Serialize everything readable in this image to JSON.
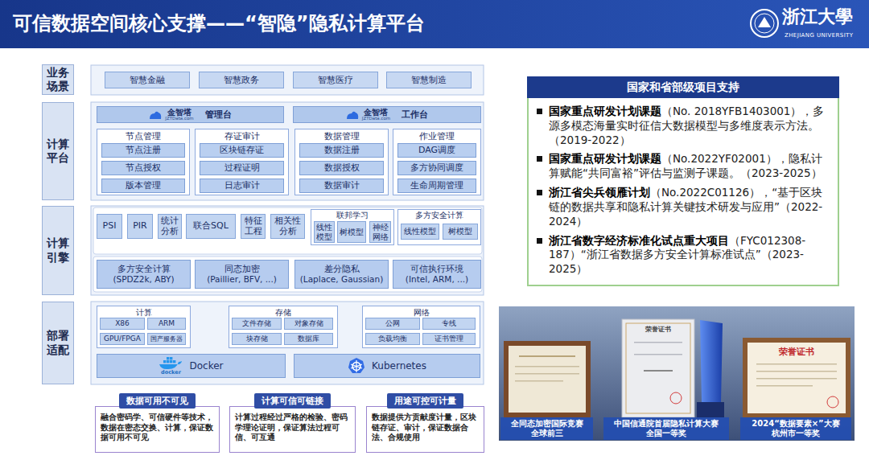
{
  "diagram": {
    "title": "可信数据空间核心支撑——“智隐”隐私计算平台",
    "nodes": [
      {
        "text": [
          "业务场景"
        ]
      },
      {
        "text": [
          "智慧金融"
        ]
      },
      {
        "text": [
          "智慧政务"
        ]
      },
      {
        "text": [
          "智慧医疗"
        ]
      },
      {
        "text": [
          "智慧制造"
        ]
      },
      {
        "text": [
          "计算平台"
        ]
      },
      {
        "text": [
          "金智塔",
          "JZTData.com",
          "管理台"
        ]
      },
      {
        "text": [
          "金智塔",
          "JZTData.com",
          "工作台"
        ]
      },
      {
        "text": [
          "节点管理"
        ]
      },
      {
        "text": [
          "节点注册"
        ],
        "in": 8
      },
      {
        "text": [
          "节点授权"
        ],
        "in": 8
      },
      {
        "text": [
          "版本管理"
        ],
        "in": 8
      },
      {
        "text": [
          "存证审计"
        ]
      },
      {
        "text": [
          "区块链存证"
        ],
        "in": 12
      },
      {
        "text": [
          "过程证明"
        ],
        "in": 12
      },
      {
        "text": [
          "日志审计"
        ],
        "in": 12
      },
      {
        "text": [
          "数据管理"
        ]
      },
      {
        "text": [
          "数据注册"
        ],
        "in": 16
      },
      {
        "text": [
          "数据授权"
        ],
        "in": 16
      },
      {
        "text": [
          "数据审计"
        ],
        "in": 16
      },
      {
        "text": [
          "作业管理"
        ]
      },
      {
        "text": [
          "DAG调度"
        ],
        "in": 20
      },
      {
        "text": [
          "多方协同调度"
        ],
        "in": 20
      },
      {
        "text": [
          "生命周期管理"
        ],
        "in": 20
      },
      {
        "text": [
          "计算引擎"
        ]
      },
      {
        "text": [
          "PSI"
        ]
      },
      {
        "text": [
          "PIR"
        ]
      },
      {
        "text": [
          "统计分析"
        ]
      },
      {
        "text": [
          "联合SQL"
        ]
      },
      {
        "text": [
          "特征工程"
        ]
      },
      {
        "text": [
          "相关性分析"
        ]
      },
      {
        "text": [
          "联邦学习"
        ]
      },
      {
        "text": [
          "线性模型"
        ],
        "in": 31
      },
      {
        "text": [
          "树模型"
        ],
        "in": 31
      },
      {
        "text": [
          "神经网络"
        ],
        "in": 31
      },
      {
        "text": [
          "多方安全计算"
        ]
      },
      {
        "text": [
          "线性模型"
        ],
        "in": 35
      },
      {
        "text": [
          "树模型"
        ],
        "in": 35
      },
      {
        "text": [
          "多方安全计算",
          "(SPDZ2k, ABY)"
        ]
      },
      {
        "text": [
          "同态加密",
          "(Paillier, BFV, ...)"
        ]
      },
      {
        "text": [
          "差分隐私",
          "(Laplace, Gaussian)"
        ]
      },
      {
        "text": [
          "可信执行环境",
          "(Intel, ARM, ...)"
        ]
      },
      {
        "text": [
          "部署适配"
        ]
      },
      {
        "text": [
          "计算"
        ]
      },
      {
        "text": [
          "X86"
        ],
        "in": 43
      },
      {
        "text": [
          "ARM"
        ],
        "in": 43
      },
      {
        "text": [
          "GPU/FPGA"
        ],
        "in": 43
      },
      {
        "text": [
          "国产服务器"
        ],
        "in": 43
      },
      {
        "text": [
          "存储"
        ]
      },
      {
        "text": [
          "文件存储"
        ],
        "in": 48
      },
      {
        "text": [
          "对象存储"
        ],
        "in": 48
      },
      {
        "text": [
          "块存储"
        ],
        "in": 48
      },
      {
        "text": [
          "数据库"
        ],
        "in": 48
      },
      {
        "text": [
          "网络"
        ]
      },
      {
        "text": [
          "公网"
        ],
        "in": 53
      },
      {
        "text": [
          "专线"
        ],
        "in": 53
      },
      {
        "text": [
          "负载均衡"
        ],
        "in": 53
      },
      {
        "text": [
          "证书管理"
        ],
        "in": 53
      },
      {
        "text": [
          "docker",
          "Docker"
        ]
      },
      {
        "text": [
          "Kubernetes"
        ]
      },
      {
        "text": [
          "数据可用不可见",
          "融合密码学、可信硬件等技术，数据在密态交换、计算，保证数据可用不可见"
        ]
      },
      {
        "text": [
          "计算可信可链接",
          "计算过程经过严格的检验、密码学理论证明，保证算法过程可信、可互通"
        ]
      },
      {
        "text": [
          "用途可控可计量",
          "数据提供方贡献度计量，区块链存证、审计，保证数据合法、合规使用"
        ]
      },
      {
        "text": [
          "国家和省部级项目支持",
          "国家重点研发计划课题",
          "（No. 2018YFB1403001），多源多模态海量实时征信大数据模型与多维度表示方法。（2019-2022）",
          "国家重点研发计划课题",
          "（No.2022YF02001），隐私计算赋能“共同富裕”评估与监测子课题。（2023-2025）",
          "浙江省尖兵领雁计划",
          "（No.2022C01126），“基于区块链的数据共享和隐私计算关键技术研发与应用”（2022-2024）",
          "浙江省数字经济标准化试点重大项目",
          "（FYC012308-187）“浙江省数据多方安全计算标准试点”（2023-2025）"
        ]
      },
      {
        "text": [
          "全同态加密国际竞赛 全球前三"
        ]
      },
      {
        "text": [
          "中国信通院首届隐私计算大赛 全国一等奖"
        ]
      },
      {
        "text": [
          "2024“数据要素×”大赛 杭州市一等奖"
        ]
      }
    ],
    "labels": [
      "浙江大學",
      "ZHEJIANG UNIVERSITY",
      "荣誉证书",
      "荣誉证书"
    ]
  }
}
